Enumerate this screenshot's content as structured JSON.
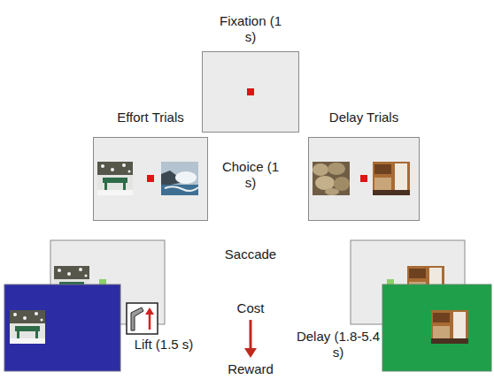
{
  "diagram": {
    "nodes": [
      {
        "text": [
          "Fixation (1 s)"
        ]
      },
      {
        "text": [
          "Effort Trials"
        ]
      },
      {
        "text": [
          "Delay Trials"
        ]
      }
    ],
    "labels": [
      "Choice (1 s)",
      "Saccade",
      "Cost",
      "Lift (1.5 s)",
      "Delay (1.8-5.4 s)",
      "Reward"
    ]
  }
}
